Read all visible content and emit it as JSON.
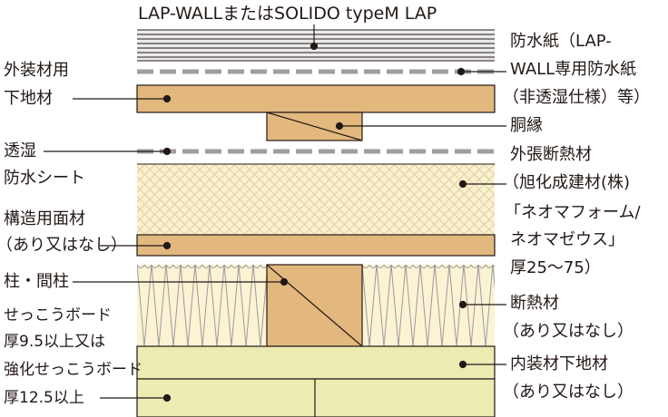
{
  "title": "LAP-WALLまたはSOLIDO typeM LAP",
  "left_labels": {
    "gaiso_line1": "外装材用",
    "gaiso_line2": "下地材",
    "toshitsu_line1": "透湿",
    "toshitsu_line2": "防水シート",
    "kozo_line1": "構造用面材",
    "kozo_line2": "（あり又はなし）",
    "hashira": "柱・間柱",
    "board_line1": "せっこうボード",
    "board_line2": "厚9.5以上又は",
    "board_line3": "強化せっこうボード",
    "board_line4": "厚12.5以上"
  },
  "right_labels": {
    "bousui_line1": "防水紙（LAP-",
    "bousui_line2": "WALL専用防水紙",
    "bousui_line3": "（非透湿仕様）等）",
    "doubuchi": "胴縁",
    "sotobari_line1": "外張断熱材",
    "sotobari_line2": "（旭化成建材(株)",
    "sotobari_line3": "「ネオマフォーム/",
    "sotobari_line4": "ネオマゼウス」",
    "sotobari_line5": "厚25〜75）",
    "dannetsu_line1": "断熱材",
    "dannetsu_line2": "（あり又はなし）",
    "naiso_line1": "内装材下地材",
    "naiso_line2": "（あり又はなし）"
  },
  "colors": {
    "wood": "#e2b87e",
    "foam": "#fbf1cf",
    "insulation": "#fbf3d4",
    "board": "#ecebb2",
    "siding": "#ebebeb",
    "dash": "#9e9e9e",
    "line": "#231815"
  }
}
